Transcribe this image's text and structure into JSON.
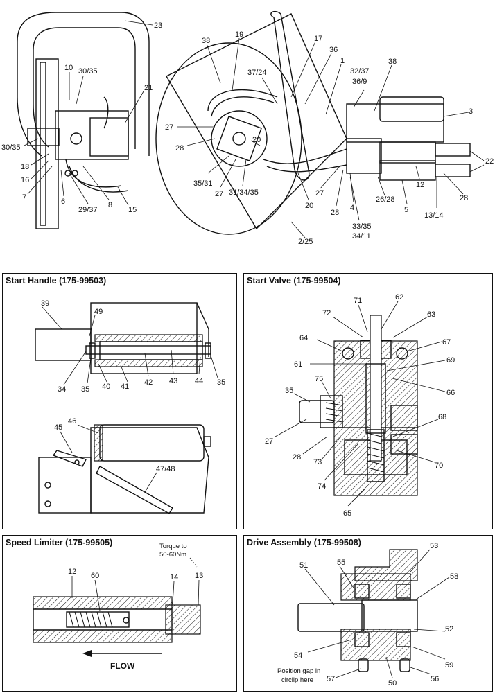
{
  "top": {
    "labels": [
      "23",
      "10",
      "30/35",
      "21",
      "30/35",
      "18",
      "16",
      "7",
      "6",
      "29/37",
      "8",
      "15",
      "38",
      "19",
      "17",
      "36",
      "1",
      "37/24",
      "32/37",
      "36/9",
      "38",
      "3",
      "27",
      "28",
      "20",
      "35/31",
      "27",
      "31/34/35",
      "20",
      "27",
      "28",
      "4",
      "26/28",
      "5",
      "12",
      "28",
      "22",
      "13/14",
      "33/35",
      "34/11",
      "2/25"
    ]
  },
  "panels": {
    "start_handle": {
      "title": "Start Handle (175-99503)",
      "labels": [
        "39",
        "49",
        "34",
        "35",
        "40",
        "41",
        "42",
        "43",
        "44",
        "35",
        "46",
        "45",
        "47/48"
      ]
    },
    "start_valve": {
      "title": "Start Valve (175-99504)",
      "labels": [
        "71",
        "62",
        "72",
        "63",
        "64",
        "67",
        "61",
        "69",
        "75",
        "35",
        "66",
        "68",
        "27",
        "28",
        "73",
        "70",
        "74",
        "65"
      ]
    },
    "speed_limiter": {
      "title": "Speed Limiter (175-99505)",
      "torque_note_1": "Torque to",
      "torque_note_2": "50-60Nm",
      "labels": [
        "12",
        "60",
        "14",
        "13"
      ],
      "flow_label": "FLOW"
    },
    "drive_assembly": {
      "title": "Drive Assembly (175-99508)",
      "labels": [
        "55",
        "53",
        "51",
        "58",
        "52",
        "54",
        "59",
        "57",
        "50",
        "56"
      ],
      "note_1": "Position gap in",
      "note_2": "circlip here"
    }
  }
}
